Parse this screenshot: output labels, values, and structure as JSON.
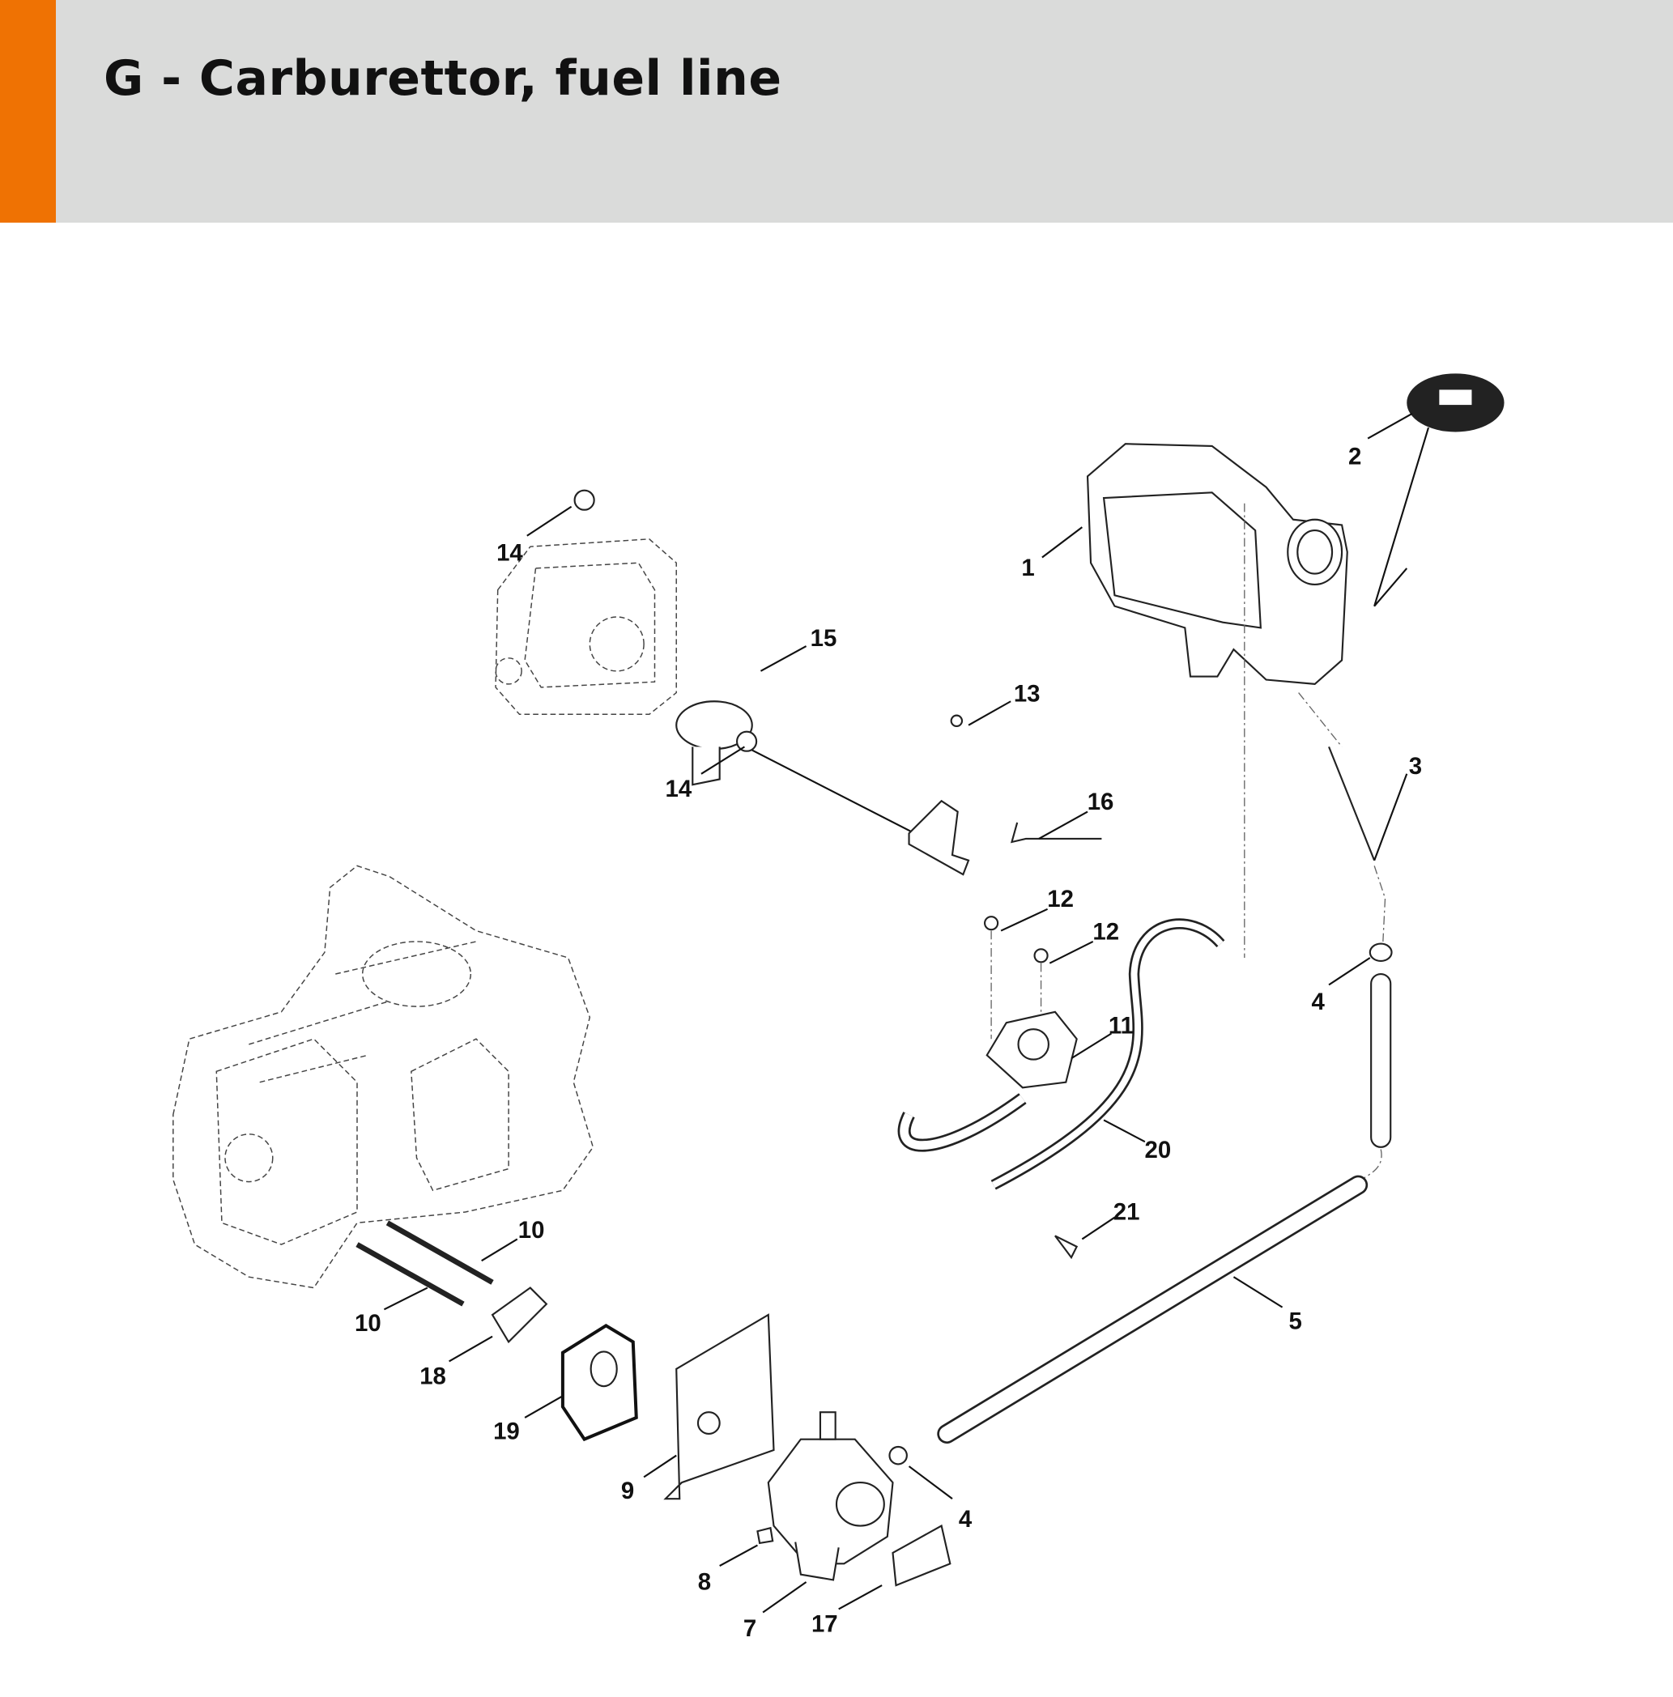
{
  "header": {
    "title": "G - Carburettor, fuel line",
    "accent_color": "#ef7203",
    "background_color": "#dadbda"
  },
  "callouts": [
    {
      "id": "c1",
      "label": "1"
    },
    {
      "id": "c2",
      "label": "2"
    },
    {
      "id": "c3",
      "label": "3"
    },
    {
      "id": "c4a",
      "label": "4"
    },
    {
      "id": "c4b",
      "label": "4"
    },
    {
      "id": "c5",
      "label": "5"
    },
    {
      "id": "c7",
      "label": "7"
    },
    {
      "id": "c8",
      "label": "8"
    },
    {
      "id": "c9",
      "label": "9"
    },
    {
      "id": "c10a",
      "label": "10"
    },
    {
      "id": "c10b",
      "label": "10"
    },
    {
      "id": "c11",
      "label": "11"
    },
    {
      "id": "c12a",
      "label": "12"
    },
    {
      "id": "c12b",
      "label": "12"
    },
    {
      "id": "c13",
      "label": "13"
    },
    {
      "id": "c14a",
      "label": "14"
    },
    {
      "id": "c14b",
      "label": "14"
    },
    {
      "id": "c15",
      "label": "15"
    },
    {
      "id": "c16",
      "label": "16"
    },
    {
      "id": "c17",
      "label": "17"
    },
    {
      "id": "c18",
      "label": "18"
    },
    {
      "id": "c19",
      "label": "19"
    },
    {
      "id": "c20",
      "label": "20"
    },
    {
      "id": "c21",
      "label": "21"
    }
  ]
}
